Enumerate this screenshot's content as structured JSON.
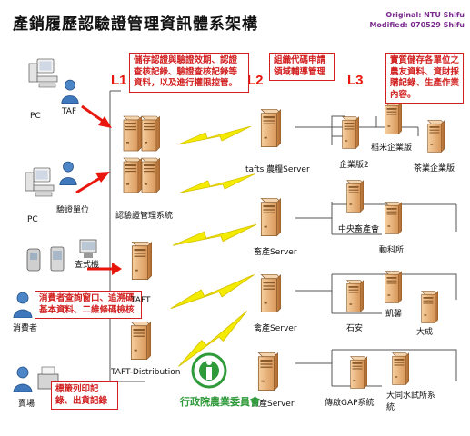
{
  "title": "產銷履歷認驗證管理資訊體系架構",
  "credits": {
    "original": "Original: NTU Shifu",
    "modified": "Modified: 070529 Shifu"
  },
  "levels": {
    "l1": "L1",
    "l2": "L2",
    "l3": "L3"
  },
  "notes": {
    "l1": "儲存認證與驗證效期、認證查核記錄、驗證查核記錄等資料，以及進行權限控管。",
    "l2": "組織代碼申請領域輔導管理",
    "l3": "實質儲存各單位之農友資料、資財採購記錄、生產作業內容。",
    "consumer": "消費者查詢窗口、追溯碼基本資料、二維條碼檢核",
    "market": "標籤列印記錄、出貨記錄"
  },
  "left": {
    "pc1": "PC",
    "taf": "TAF",
    "pc2": "PC",
    "verify_unit": "驗證單位",
    "kiosk": "查式機",
    "consumer": "消費者",
    "market": "賣場"
  },
  "l1_nodes": {
    "cert_system": "認驗證管理系統",
    "taft": "TAFT",
    "taft_distribution": "TAFT-Distribution"
  },
  "l2_nodes": [
    "tafts 農糧Server",
    "畜產Server",
    "禽產Server",
    "漁產Server"
  ],
  "l3_nodes": {
    "enterprise2": "企業版2",
    "rice_enterprise": "稻米企業版",
    "tea_enterprise": "茶業企業版",
    "central_livestock": "中央畜產會",
    "dongke": "動科所",
    "shian": "石安",
    "kaixin": "凱馨",
    "dacheng": "大成",
    "chuanqi_gap": "傳啟GAP系統",
    "datong": "大同水試所系統"
  },
  "logo_org": "行政院農業委員會",
  "colors": {
    "accent": "#e8160c",
    "note_border": "#d21f1f",
    "lightning": "#f4ec00",
    "server": "#e7b07a",
    "credit": "#7a2b8c"
  }
}
